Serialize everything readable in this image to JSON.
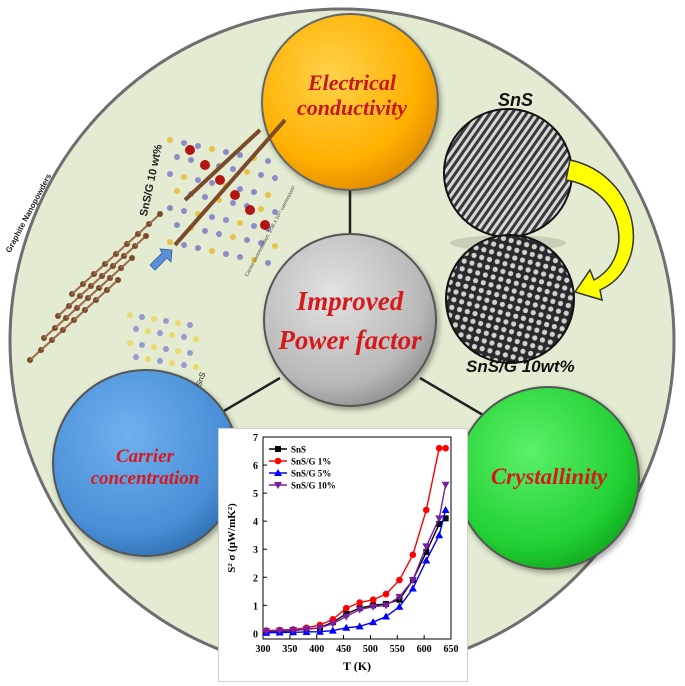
{
  "labels": {
    "electrical": "Electrical conductivity",
    "center": "Improved Power factor",
    "carrier": "Carrier concentration",
    "crystallinity": "Crystallinity",
    "sns_image": "SnS",
    "snsg_image": "SnS/G 10wt%",
    "graphite": "Graphite Nanopowders",
    "snsg_structure": "SnS/G 10 wt%",
    "sns_structure": "SnS",
    "carrier_small": "Carrier concentration: 2.06 x 10¹⁹ carriers/cm³"
  },
  "colors": {
    "electrical": "#ffb300",
    "carrier": "#4a90d9",
    "crystallinity": "#22cc33",
    "center": "#b8b8b8",
    "background_disk": "#e3ecd2",
    "arrow": "#ffff00"
  },
  "chart_data": {
    "type": "line",
    "xlabel": "T (K)",
    "ylabel": "S² σ (μW/mK²)",
    "xlim": [
      300,
      650
    ],
    "ylim": [
      -0.2,
      7
    ],
    "xticks": [
      300,
      350,
      400,
      450,
      500,
      550,
      600,
      650
    ],
    "yticks": [
      0,
      1,
      2,
      3,
      4,
      5,
      6,
      7
    ],
    "legend_position": "top-left",
    "series": [
      {
        "name": "SnS",
        "color": "#000000",
        "marker": "square",
        "x": [
          306,
          331,
          356,
          381,
          406,
          430,
          455,
          480,
          505,
          529,
          554,
          579,
          604,
          628,
          640
        ],
        "y": [
          0.05,
          0.07,
          0.1,
          0.15,
          0.2,
          0.4,
          0.7,
          0.9,
          1.0,
          1.05,
          1.2,
          1.9,
          2.9,
          3.9,
          4.1
        ]
      },
      {
        "name": "SnS/G 1%",
        "color": "#ff0000",
        "marker": "circle",
        "x": [
          306,
          331,
          356,
          381,
          406,
          430,
          455,
          480,
          505,
          529,
          554,
          579,
          604,
          628,
          640
        ],
        "y": [
          0.1,
          0.12,
          0.14,
          0.2,
          0.3,
          0.5,
          0.9,
          1.1,
          1.2,
          1.4,
          1.9,
          2.8,
          4.4,
          6.6,
          6.6
        ]
      },
      {
        "name": "SnS/G 5%",
        "color": "#0000ff",
        "marker": "triangle",
        "x": [
          306,
          331,
          356,
          381,
          406,
          430,
          455,
          480,
          505,
          529,
          554,
          579,
          604,
          628,
          640
        ],
        "y": [
          0.02,
          0.03,
          0.04,
          0.05,
          0.06,
          0.1,
          0.2,
          0.25,
          0.4,
          0.6,
          0.95,
          1.6,
          2.6,
          3.5,
          4.4
        ]
      },
      {
        "name": "SnS/G 10%",
        "color": "#7a1fa2",
        "marker": "triangle-down",
        "x": [
          306,
          331,
          356,
          381,
          406,
          430,
          455,
          480,
          505,
          529,
          554,
          579,
          604,
          628,
          640
        ],
        "y": [
          0.08,
          0.1,
          0.12,
          0.15,
          0.2,
          0.35,
          0.6,
          0.85,
          0.95,
          1.0,
          1.3,
          1.9,
          3.1,
          4.1,
          5.3
        ]
      }
    ]
  }
}
